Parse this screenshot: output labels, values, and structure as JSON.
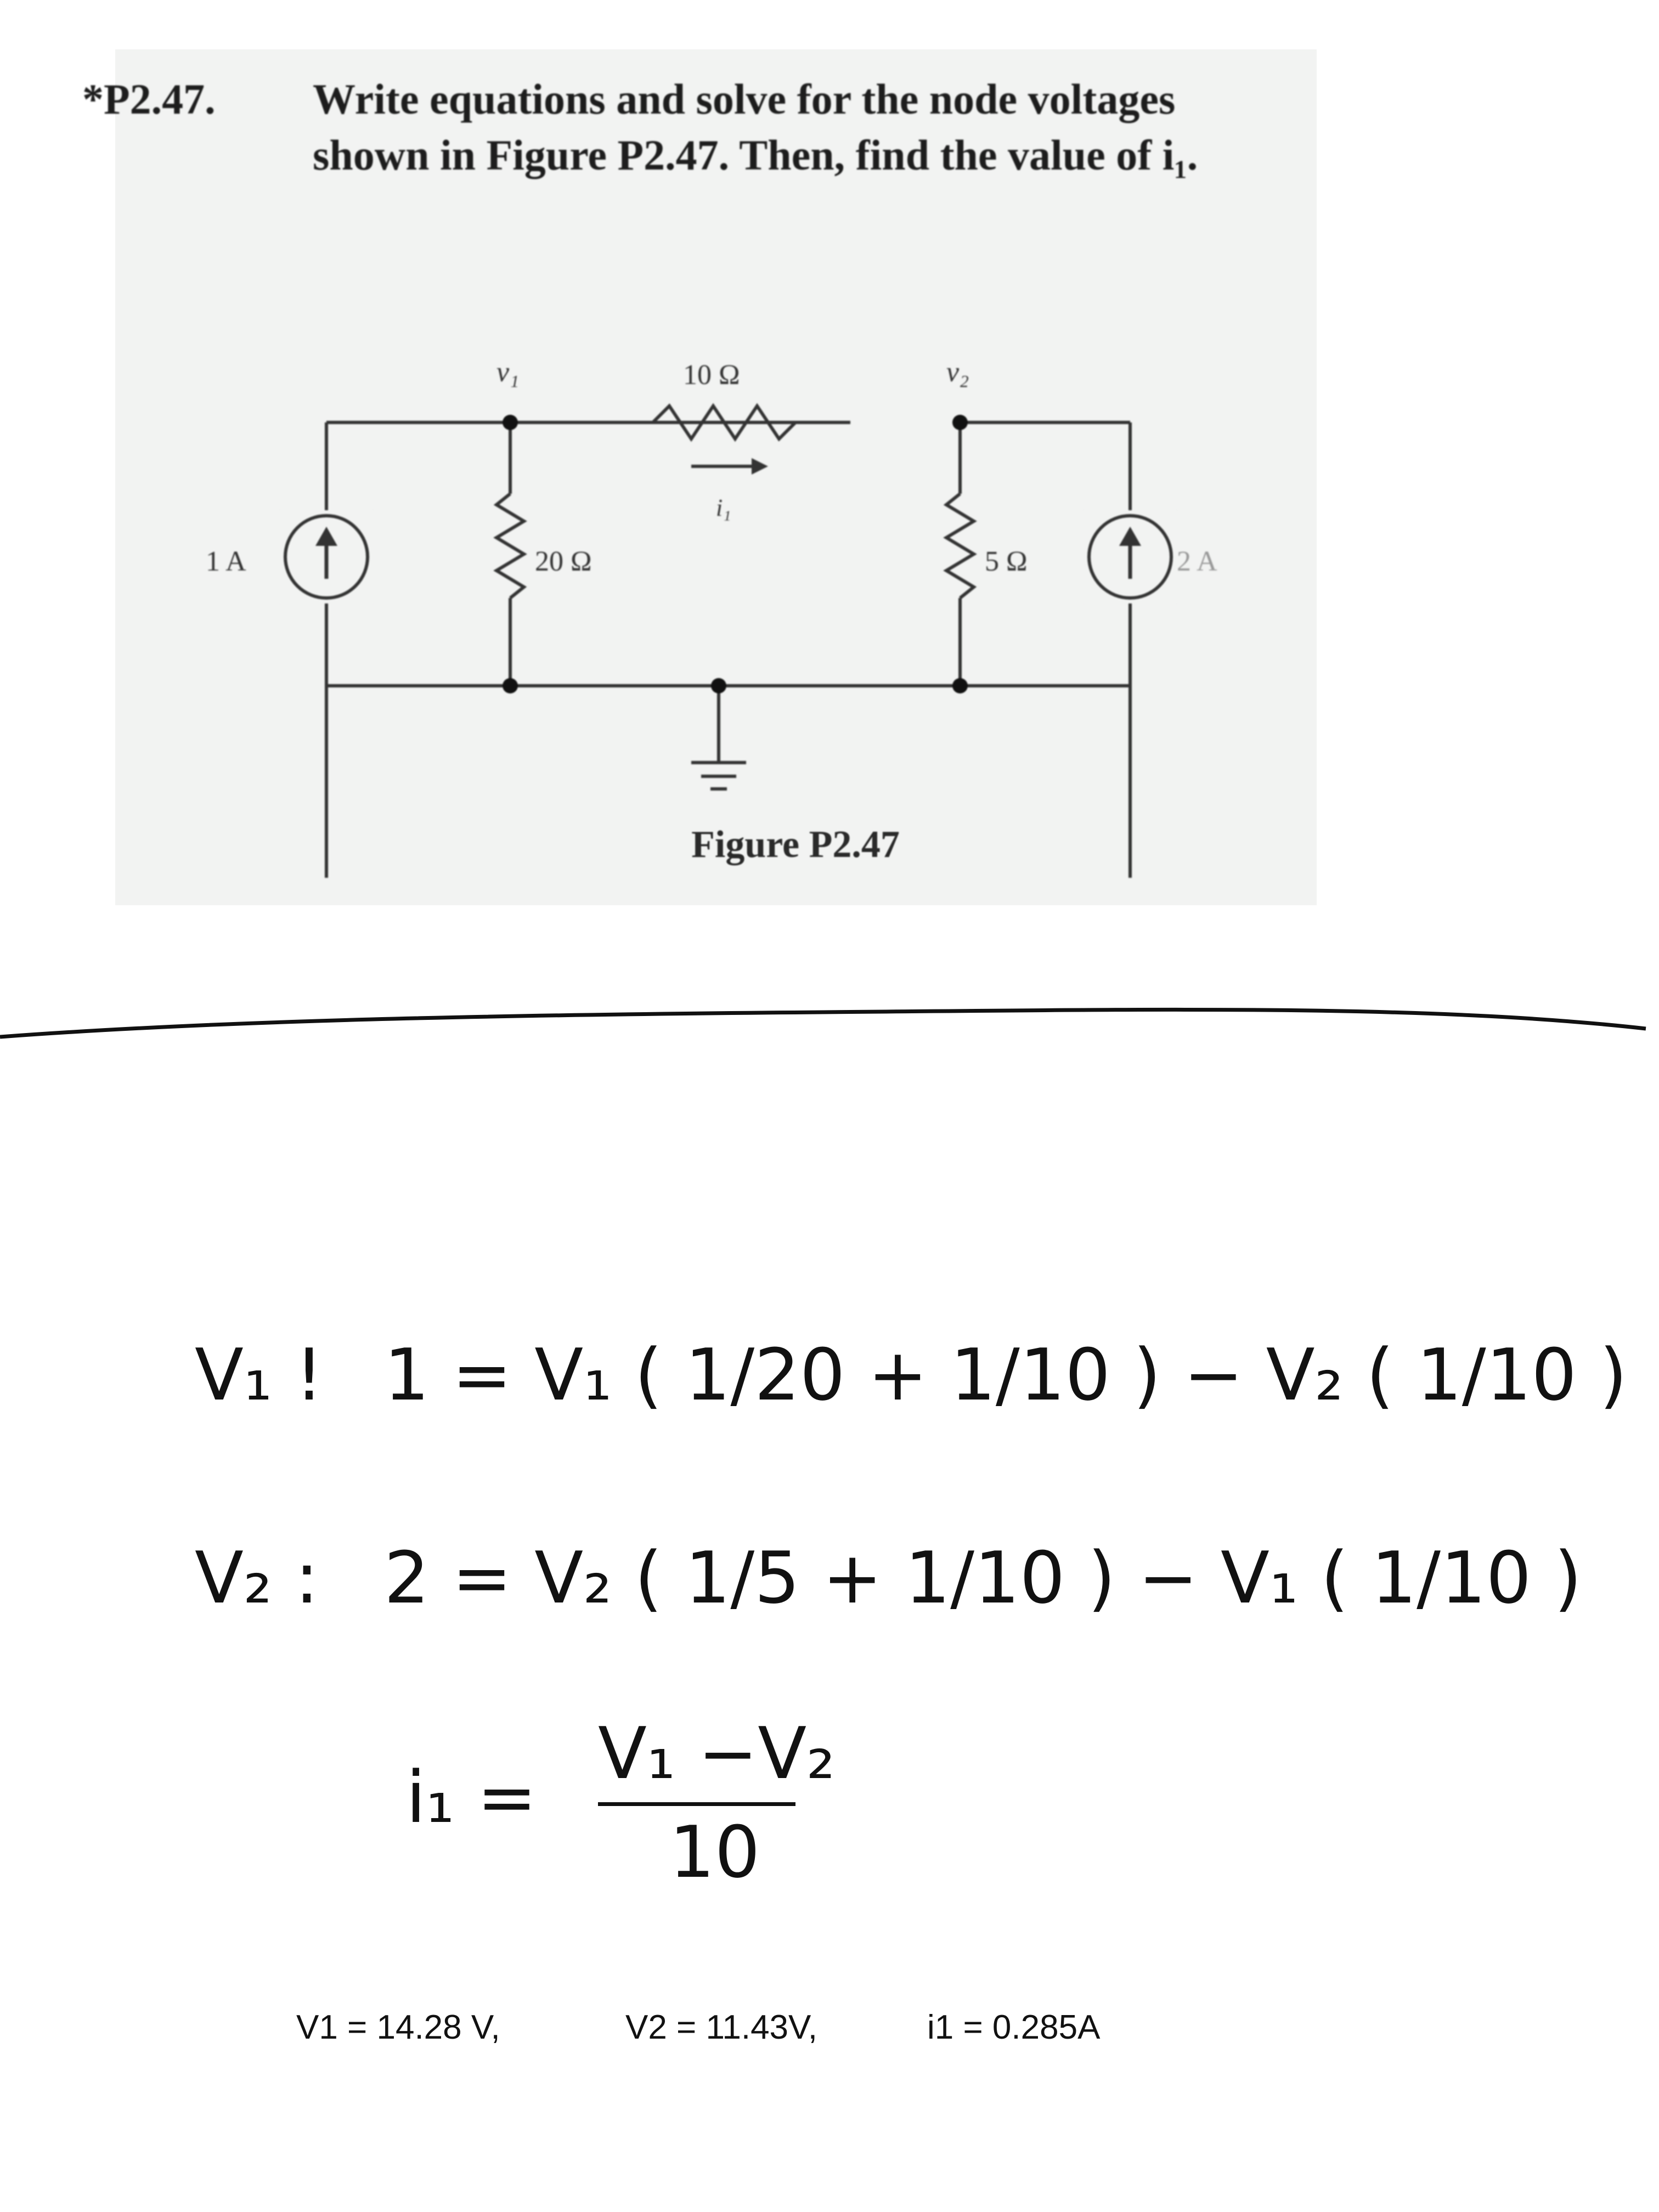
{
  "problem": {
    "number": "*P2.47.",
    "text": "Write equations and solve for the node voltages shown in Figure P2.47. Then, find the value of i₁."
  },
  "figure": {
    "node_v1": "v₁",
    "node_v2": "v₂",
    "r_top": "10 Ω",
    "current_label": "i₁",
    "r_left": "20 Ω",
    "r_right": "5 Ω",
    "source_left": "1 A",
    "source_right": "2 A",
    "caption": "Figure P2.47"
  },
  "handwriting": {
    "eq1_label": "V₁ !",
    "eq1": "1 = V₁ ( 1/20 + 1/10 ) − V₂ ( 1/10 )",
    "eq2_label": "V₂ :",
    "eq2": "2 = V₂ ( 1/5 + 1/10 ) − V₁ ( 1/10 )",
    "i1_lhs": "i₁ =",
    "i1_num": "V₁ −V₂",
    "i1_den": "10"
  },
  "answers": {
    "v1": "V1 = 14.28 V,",
    "v2": "V2 = 11.43V,",
    "i1": "i1 = 0.285A"
  }
}
